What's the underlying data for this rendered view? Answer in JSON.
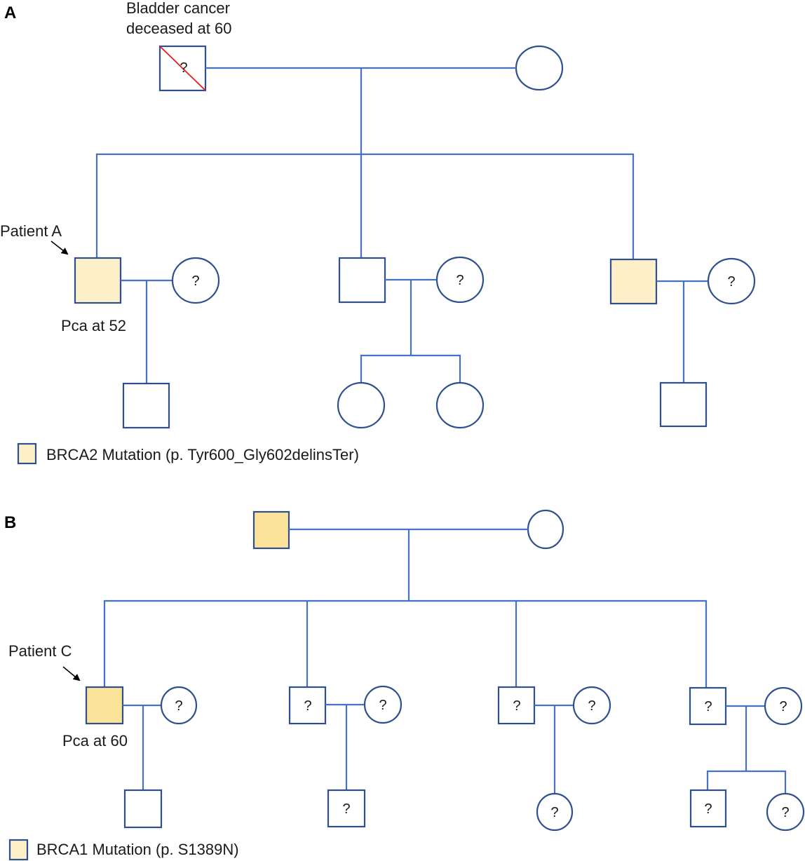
{
  "colors": {
    "line": "#4472c4",
    "outline": "#2f4f8f",
    "mutation_fill_a": "#fdf0c9",
    "mutation_fill_b": "#fce39a",
    "deceased_slash": "#e02020",
    "arrow": "#000000"
  },
  "panel_a": {
    "panel_label": "A",
    "grandfather_note_line1": "Bladder cancer",
    "grandfather_note_line2": "deceased at 60",
    "grandfather_mark": "?",
    "proband_label": "Patient A",
    "proband_note": "Pca at 52",
    "spouse1_mark": "?",
    "spouse2_mark": "?",
    "spouse3_mark": "?",
    "legend_text": "BRCA2 Mutation (p. Tyr600_Gly602delinsTer)"
  },
  "panel_b": {
    "panel_label": "B",
    "proband_label": "Patient C",
    "proband_note": "Pca at 60",
    "spouse1_mark": "?",
    "brother2_mark": "?",
    "spouse2_mark": "?",
    "child2_mark": "?",
    "brother3_mark": "?",
    "spouse3_mark": "?",
    "child3_mark": "?",
    "brother4_mark": "?",
    "spouse4_mark": "?",
    "child4a_mark": "?",
    "child4b_mark": "?",
    "legend_text": "BRCA1 Mutation (p. S1389N)"
  }
}
